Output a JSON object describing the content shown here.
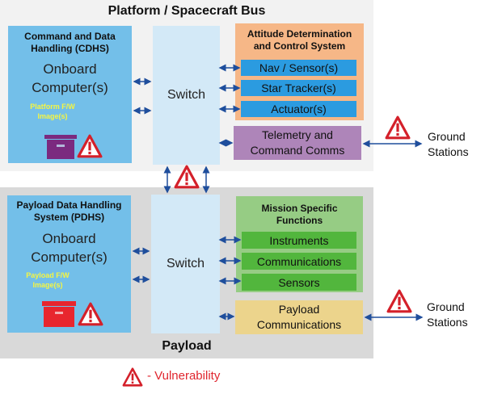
{
  "platform": {
    "title": "Platform / Spacecraft Bus",
    "cdhs": {
      "title_line1": "Command and Data",
      "title_line2": "Handling (CDHS)",
      "obc_line1": "Onboard",
      "obc_line2": "Computer(s)",
      "fw_line1": "Platform F/W",
      "fw_line2": "Image(s)",
      "fw_box_color": "#7b2a7f"
    },
    "switch_label": "Switch",
    "adcs": {
      "title_line1": "Attitude Determination",
      "title_line2": "and Control System",
      "items": [
        "Nav / Sensor(s)",
        "Star Tracker(s)",
        "Actuator(s)"
      ]
    },
    "comms": {
      "line1": "Telemetry and",
      "line2": "Command Comms"
    },
    "ground": {
      "line1": "Ground",
      "line2": "Stations"
    }
  },
  "payload": {
    "title": "Payload",
    "pdhs": {
      "title_line1": "Payload Data Handling",
      "title_line2": "System (PDHS)",
      "obc_line1": "Onboard",
      "obc_line2": "Computer(s)",
      "fw_line1": "Payload F/W",
      "fw_line2": "Image(s)",
      "fw_box_color": "#e8262e"
    },
    "switch_label": "Switch",
    "msf": {
      "title_line1": "Mission Specific",
      "title_line2": "Functions",
      "items": [
        "Instruments",
        "Communications",
        "Sensors"
      ]
    },
    "comms": {
      "line1": "Payload",
      "line2": "Communications"
    },
    "ground": {
      "line1": "Ground",
      "line2": "Stations"
    }
  },
  "legend": {
    "label": "- Vulnerability"
  },
  "colors": {
    "warning": "#d4202a",
    "arrow": "#1f4e9c"
  }
}
